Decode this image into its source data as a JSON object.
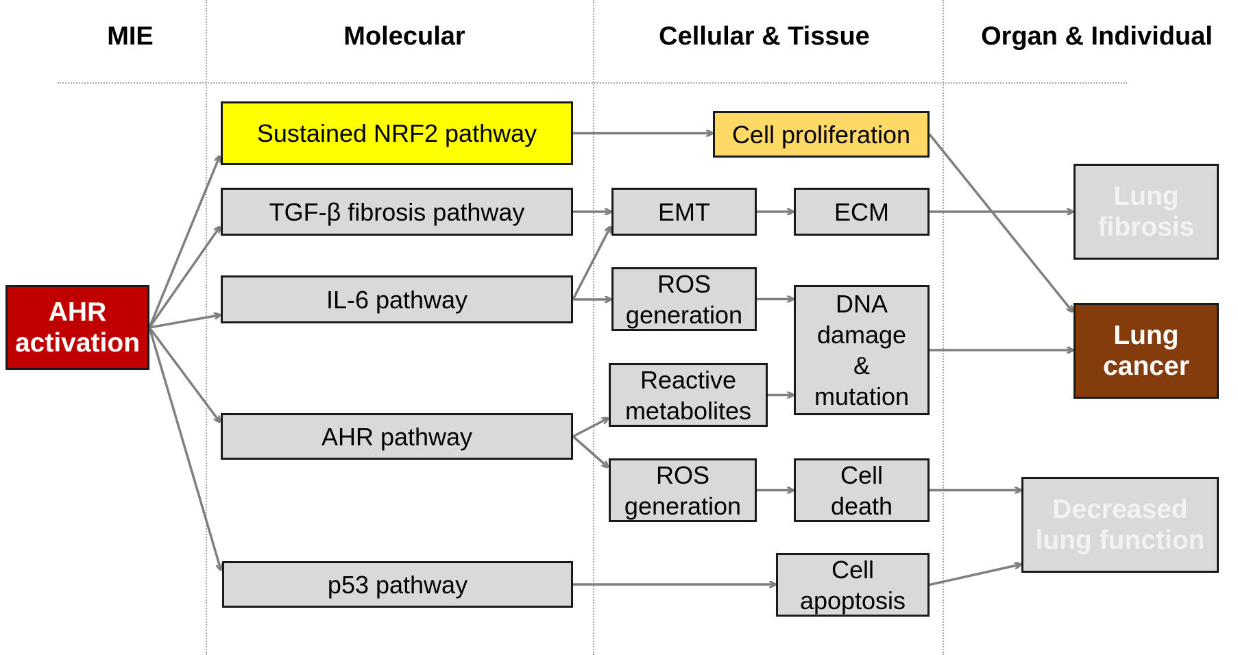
{
  "headers": {
    "mie": "MIE",
    "molecular": "Molecular",
    "cellular": "Cellular & Tissue",
    "organ": "Organ & Individual"
  },
  "nodes": {
    "ahr_activation": "AHR\nactivation",
    "nrf2": "Sustained NRF2 pathway",
    "tgf": "TGF-β fibrosis pathway",
    "il6": "IL-6 pathway",
    "ahr_pathway": "AHR pathway",
    "p53": "p53 pathway",
    "cell_proliferation": "Cell proliferation",
    "emt": "EMT",
    "ecm": "ECM",
    "ros_generation_1": "ROS\ngeneration",
    "dna_damage": "DNA\ndamage\n&\nmutation",
    "reactive_metabolites": "Reactive\nmetabolites",
    "ros_generation_2": "ROS\ngeneration",
    "cell_death": "Cell\ndeath",
    "cell_apoptosis": "Cell\napoptosis",
    "lung_fibrosis": "Lung\nfibrosis",
    "lung_cancer": "Lung\ncancer",
    "decreased_lung_function": "Decreased\nlung function"
  },
  "colors": {
    "ahr_activation_fill": "#c00000",
    "nrf2_fill": "#ffff00",
    "cell_proliferation_fill": "#ffd966",
    "default_fill": "#d9d9d9",
    "lung_cancer_fill": "#843c0c",
    "arrow": "#7f7f7f",
    "outcome_text": "#f2f2f2"
  },
  "edges": [
    [
      "ahr_activation",
      "nrf2"
    ],
    [
      "ahr_activation",
      "tgf"
    ],
    [
      "ahr_activation",
      "il6"
    ],
    [
      "ahr_activation",
      "ahr_pathway"
    ],
    [
      "ahr_activation",
      "p53"
    ],
    [
      "nrf2",
      "cell_proliferation"
    ],
    [
      "tgf",
      "emt"
    ],
    [
      "il6",
      "emt"
    ],
    [
      "il6",
      "ros_generation_1"
    ],
    [
      "emt",
      "ecm"
    ],
    [
      "ros_generation_1",
      "dna_damage"
    ],
    [
      "reactive_metabolites",
      "dna_damage"
    ],
    [
      "ahr_pathway",
      "reactive_metabolites"
    ],
    [
      "ahr_pathway",
      "ros_generation_2"
    ],
    [
      "ros_generation_2",
      "cell_death"
    ],
    [
      "p53",
      "cell_apoptosis"
    ],
    [
      "ecm",
      "lung_fibrosis"
    ],
    [
      "cell_proliferation",
      "lung_cancer"
    ],
    [
      "dna_damage",
      "lung_cancer"
    ],
    [
      "cell_death",
      "decreased_lung_function"
    ],
    [
      "cell_apoptosis",
      "decreased_lung_function"
    ]
  ]
}
